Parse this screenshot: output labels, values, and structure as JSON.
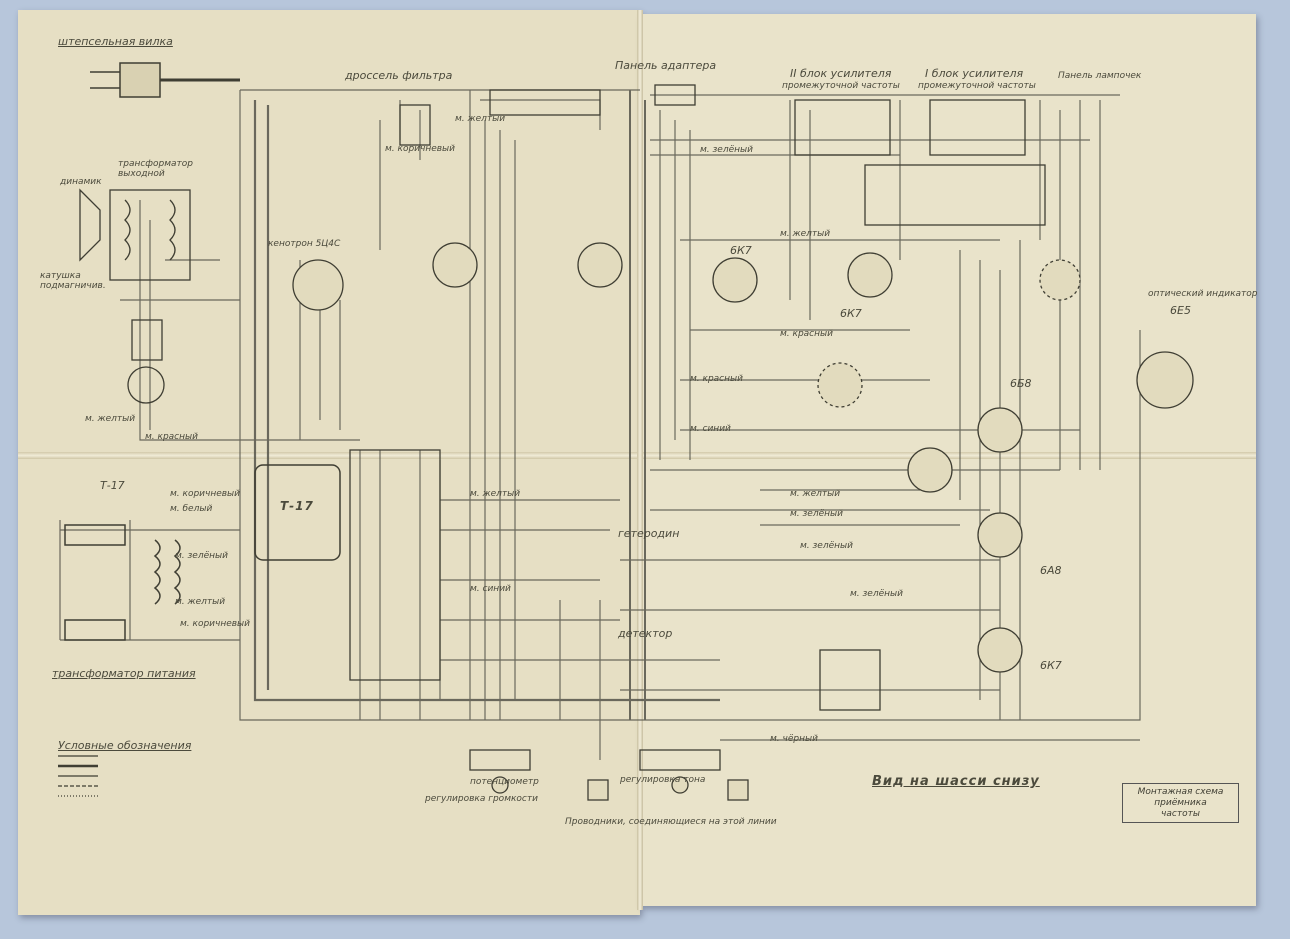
{
  "colors": {
    "background": "#b7c6db",
    "paper": "#e6dfc4",
    "ink": "#4b4a3c"
  },
  "title_bottom": "Вид на шасси снизу",
  "mount_box": [
    "Монтажная схема",
    "приёмника",
    "частоты"
  ],
  "labels": {
    "plug": "штепсельная вилка",
    "choke": "дроссель фильтра",
    "panel_adapter": "Панель адаптера",
    "block2": "II блок усилителя",
    "block2b": "промежуточной частоты",
    "block1": "I блок усилителя",
    "block1b": "промежуточной частоты",
    "panel_lamps": "Панель лампочек",
    "speaker": "динамик",
    "output_transformer": "трансформатор выходной",
    "coil": "катушка подмагничив.",
    "kenotron": "кенотрон 5Ц4С",
    "indicator": "оптический индикатор",
    "indicator_tube": "6Е5",
    "t17_box": "Т-17",
    "t17_left": "Т-17",
    "power_transformer": "трансформатор питания",
    "heterodyne": "гетеродин",
    "detector": "детектор",
    "lamp_6b8": "6Б8",
    "lamp_6k7": "6К7",
    "lamp_6k7b": "6К7",
    "lamp_6a8": "6А8",
    "lamp_6k7c": "6К7",
    "legend_title": "Условные обозначения",
    "potentiometer": "потенциометр",
    "volume": "регулировка громкости",
    "tone": "регулировка тона",
    "note_bottom": "Проводники, соединяющиеся на этой линии"
  },
  "wire_labels": {
    "brown": "м. коричневый",
    "red": "м. красный",
    "yellow": "м. желтый",
    "green": "м. зелёный",
    "blue": "м. синий",
    "black": "м. чёрный",
    "white": "м. белый"
  }
}
